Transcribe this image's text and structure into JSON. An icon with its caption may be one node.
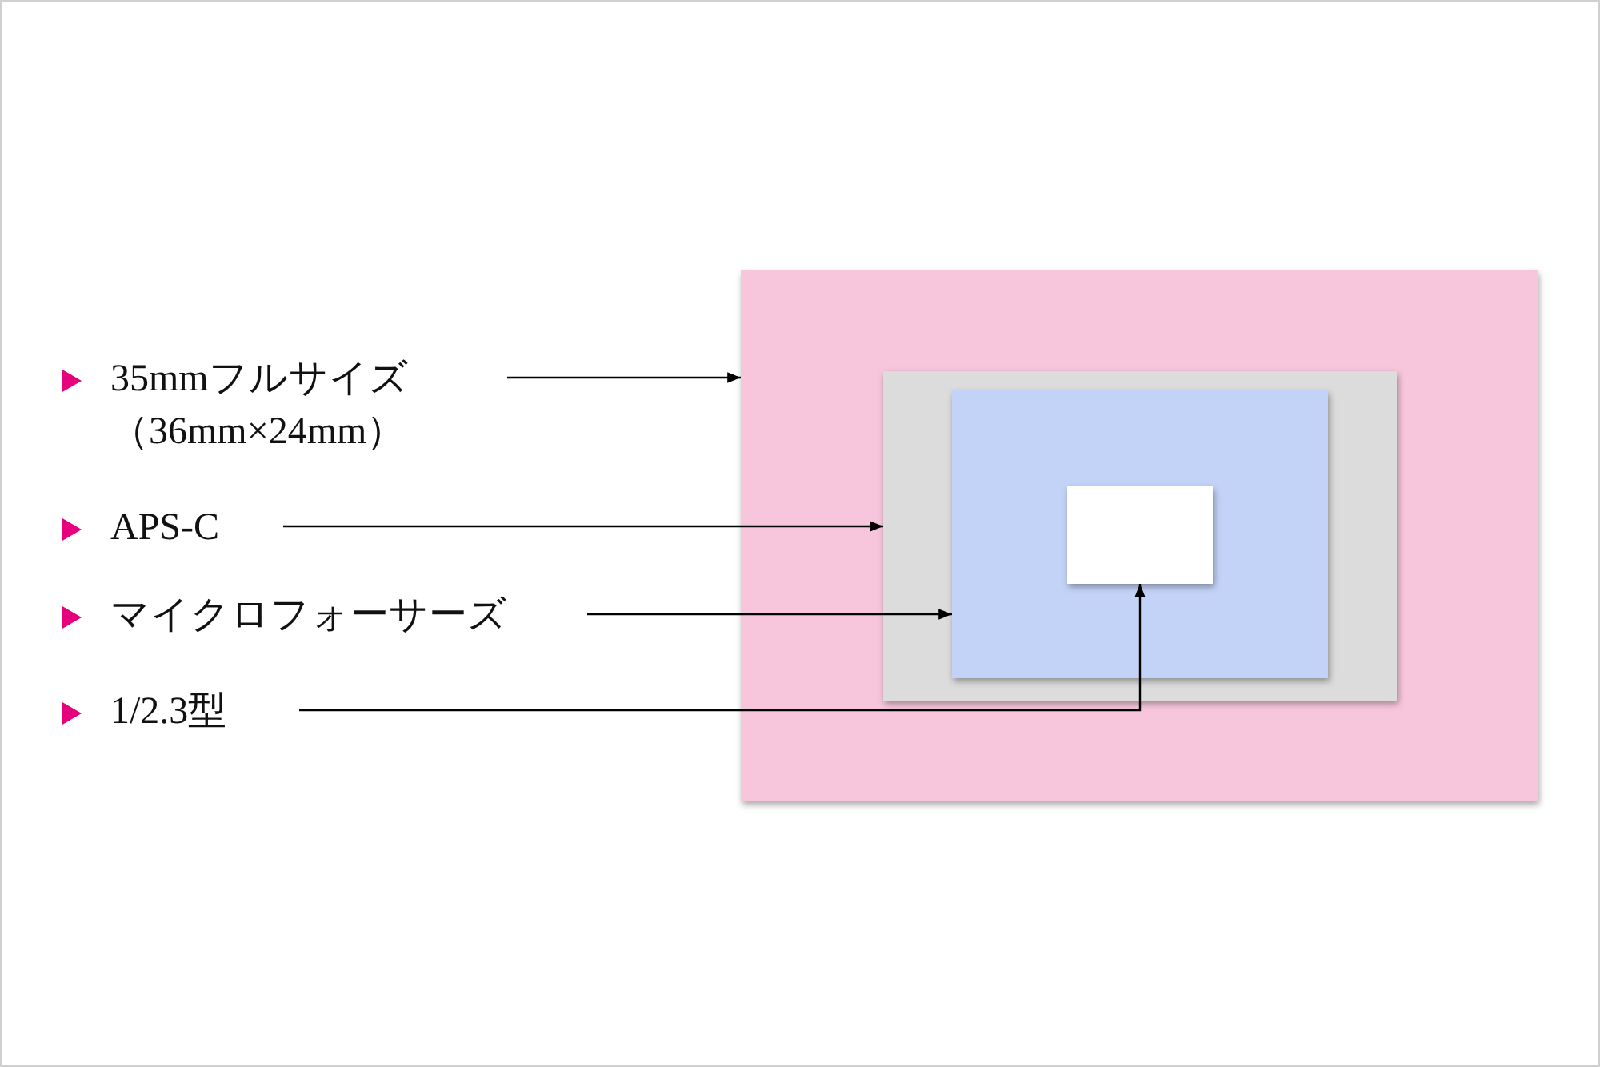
{
  "diagram": {
    "nodes": [
      {
        "text": [
          "35mmフルサイズ（36mm×24mm）"
        ]
      },
      {
        "text": [
          "APS-C"
        ]
      },
      {
        "text": [
          "マイクロフォーサーズ"
        ]
      },
      {
        "text": [
          "1/2.3型"
        ]
      },
      {
        "text": [],
        "shape": "box"
      },
      {
        "text": [],
        "shape": "box",
        "in": 4
      },
      {
        "text": [],
        "shape": "box",
        "in": 5
      },
      {
        "text": [],
        "shape": "box",
        "in": 6
      }
    ],
    "edges": [
      {
        "from": 0,
        "to": 4,
        "arrow": "to"
      },
      {
        "from": 1,
        "to": 5,
        "arrow": "to"
      },
      {
        "from": 2,
        "to": 6,
        "arrow": "to"
      },
      {
        "from": 3,
        "to": 7,
        "arrow": "to"
      }
    ]
  }
}
